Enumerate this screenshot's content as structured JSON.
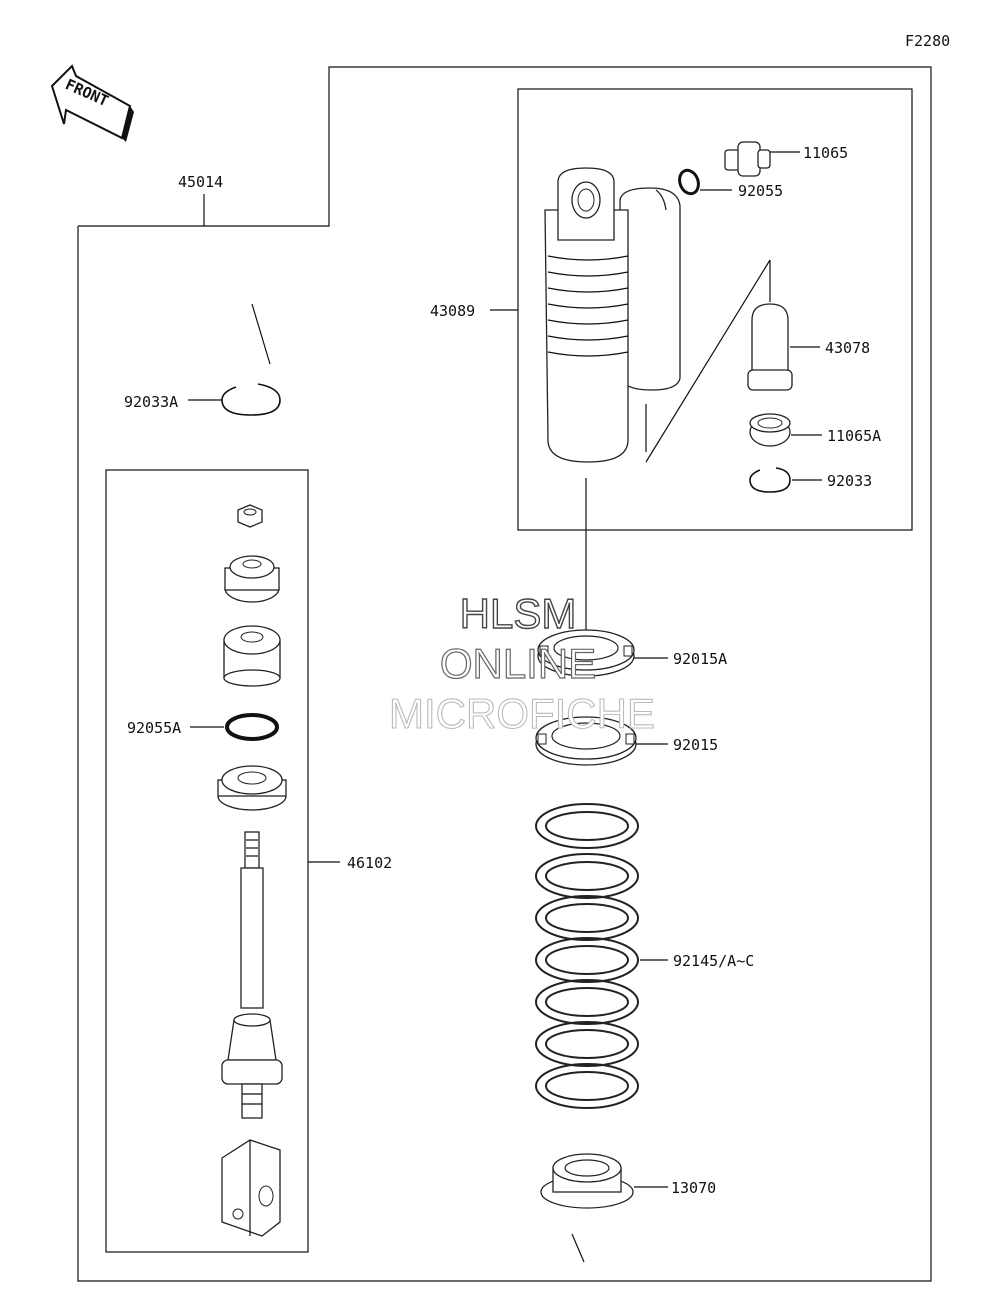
{
  "diagram_code": "F2280",
  "front_label": "FRONT",
  "watermark": {
    "line1": "HLSM",
    "line2": "ONLINE",
    "line3": "MICROFICHE"
  },
  "parts": {
    "p45014": "45014",
    "p43089": "43089",
    "p11065": "11065",
    "p92055": "92055",
    "p43078": "43078",
    "p11065A": "11065A",
    "p92033": "92033",
    "p92033A": "92033A",
    "p92015A": "92015A",
    "p92015": "92015",
    "p92055A": "92055A",
    "p46102": "46102",
    "p92145": "92145/A~C",
    "p13070": "13070"
  }
}
